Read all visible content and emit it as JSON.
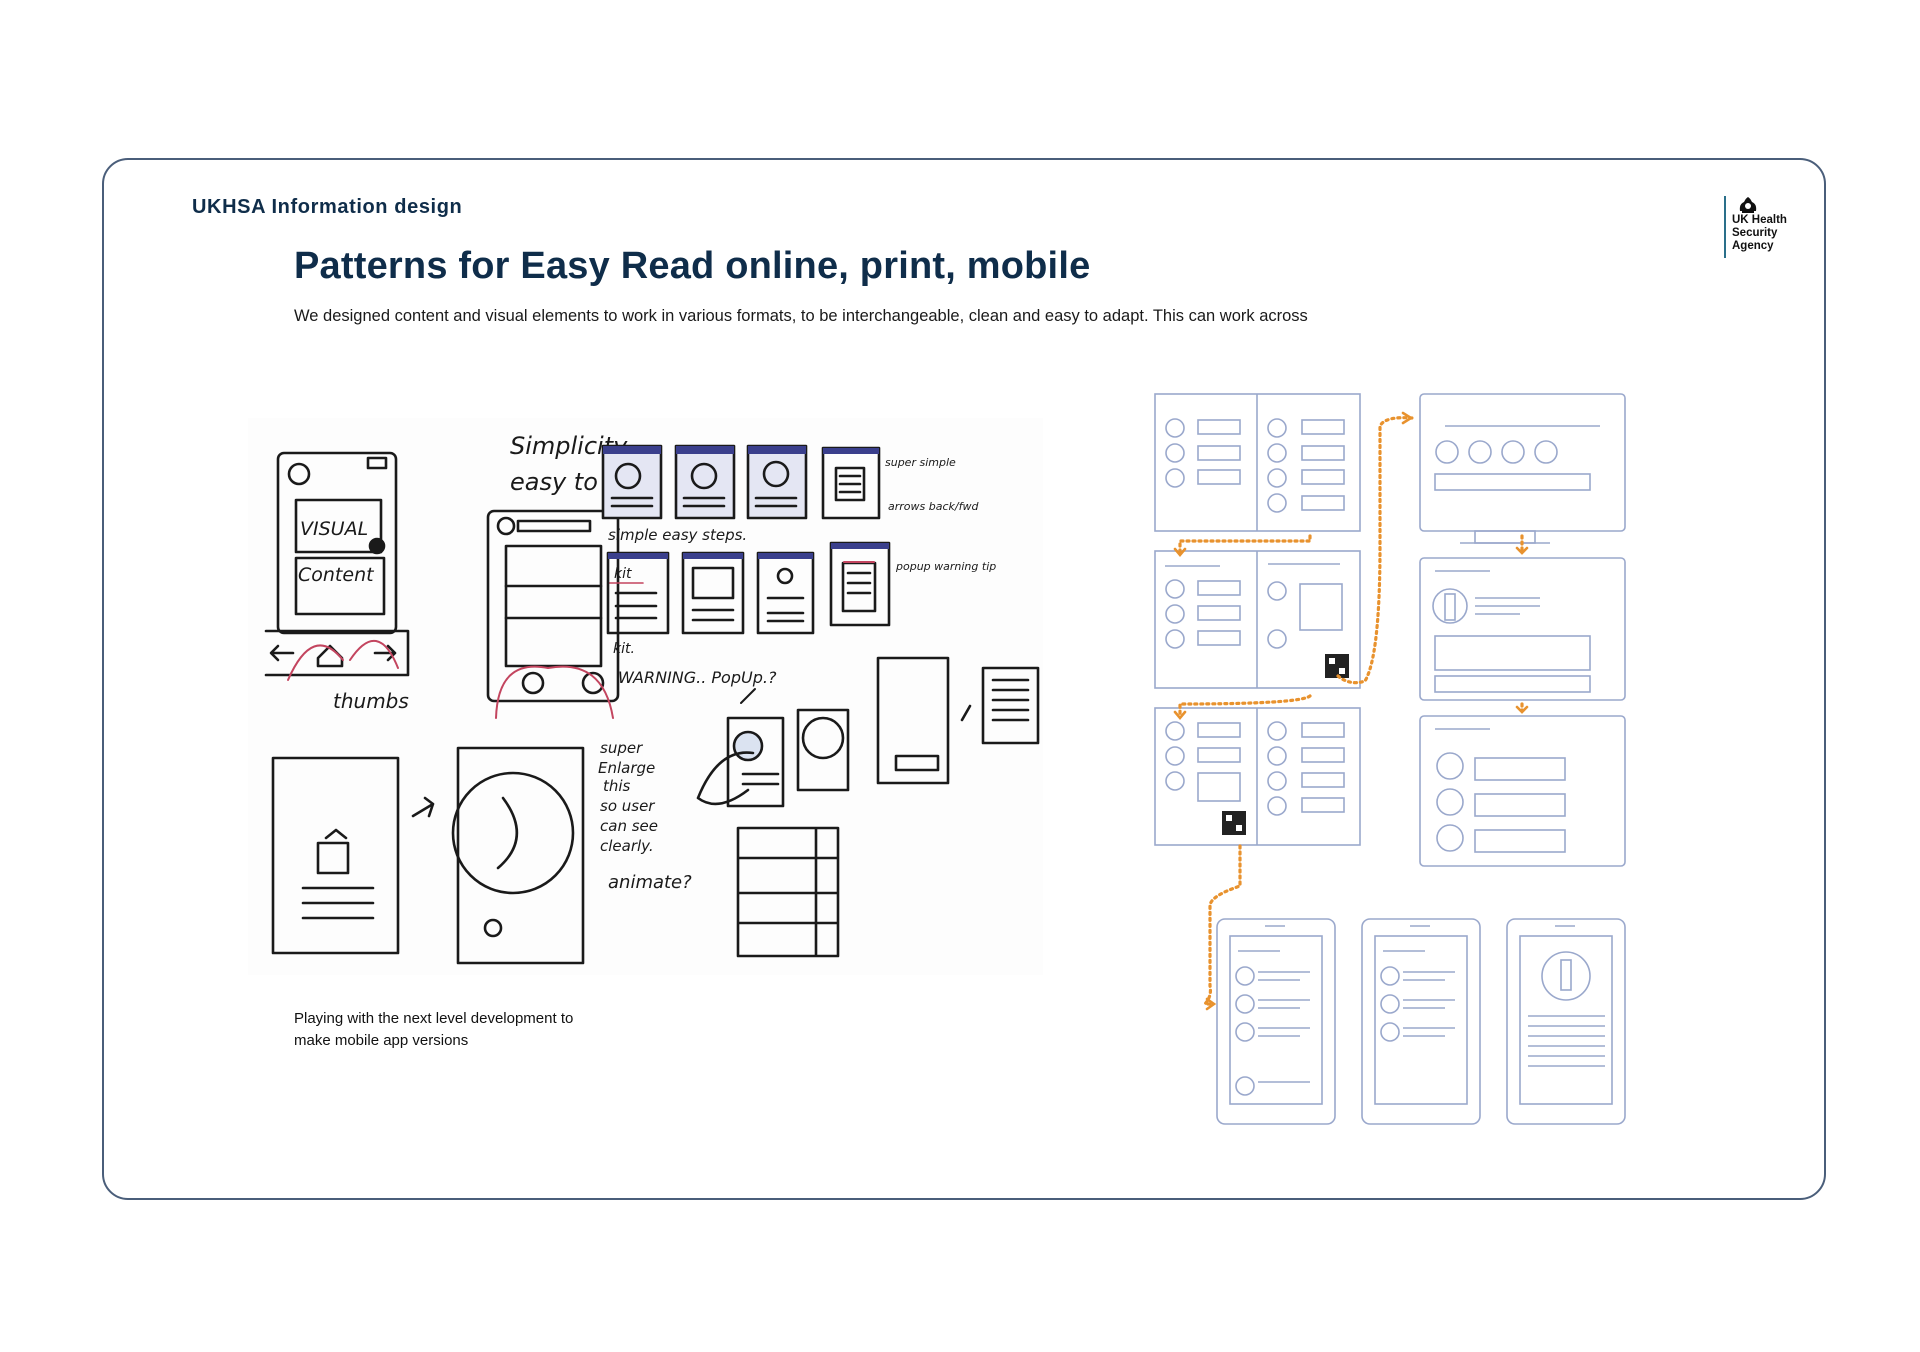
{
  "header": {
    "brand": "UKHSA Information design",
    "title": "Patterns for Easy Read online, print, mobile",
    "subtitle": "We designed content and visual elements to work in various formats, to be interchangeable, clean and easy to adapt. This can work across"
  },
  "logo": {
    "icon": "royal-crest-icon",
    "lines": [
      "UK Health",
      "Security",
      "Agency"
    ]
  },
  "sketch_notes": {
    "visual": "VISUAL",
    "content": "Content",
    "thumb": "thumbs",
    "simplicity_1": "Simplicity",
    "simplicity_2": "easy to use.",
    "simple_steps": "simple easy steps.",
    "super_simple": "super simple",
    "arrows": "arrows back/fwd",
    "kit": "kit",
    "kit_note": "kit.",
    "warning": "WARNING.. PopUp.?",
    "popup": "popup warning tip",
    "enlarge_1": "super",
    "enlarge_2": "Enlarge",
    "enlarge_3": "this",
    "enlarge_4": "so user",
    "enlarge_5": "can see",
    "enlarge_6": "clearly.",
    "animate": "animate?"
  },
  "caption": {
    "line1": "Playing with the next level development to",
    "line2": "make mobile app versions"
  },
  "colors": {
    "navy": "#0f2d4a",
    "wire": "#9aa8cc",
    "arrow": "#e8922e",
    "border": "#4a5e7a"
  }
}
